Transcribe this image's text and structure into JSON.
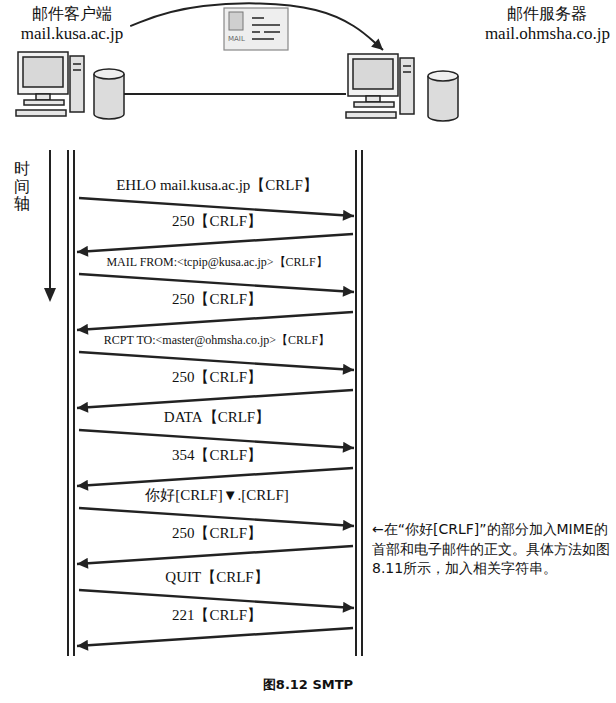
{
  "diagram": {
    "caption": "图8.12  SMTP",
    "nodes": [
      {
        "text": [
          "邮件客户端",
          "mail.kusa.ac.jp"
        ]
      },
      {
        "text": [
          "邮件服务器",
          "mail.ohmsha.co.jp"
        ]
      }
    ],
    "edges": [
      {
        "from": 0,
        "to": 1,
        "arrow": "to"
      },
      {
        "from": 0,
        "to": 1,
        "label": "EHLO mail.kusa.ac.jp【CRLF】",
        "arrow": "to"
      },
      {
        "from": 1,
        "to": 0,
        "label": "250【CRLF】",
        "arrow": "to"
      },
      {
        "from": 0,
        "to": 1,
        "label": "MAIL FROM:<tcpip@kusa.ac.jp>【CRLF】",
        "arrow": "to"
      },
      {
        "from": 1,
        "to": 0,
        "label": "250【CRLF】",
        "arrow": "to"
      },
      {
        "from": 0,
        "to": 1,
        "label": "RCPT TO:<master@ohmsha.co.jp>【CRLF】",
        "arrow": "to"
      },
      {
        "from": 1,
        "to": 0,
        "label": "250【CRLF】",
        "arrow": "to"
      },
      {
        "from": 0,
        "to": 1,
        "label": "DATA【CRLF】",
        "arrow": "to"
      },
      {
        "from": 1,
        "to": 0,
        "label": "354【CRLF】",
        "arrow": "to"
      },
      {
        "from": 0,
        "to": 1,
        "label": "你好[CRLF]▼.[CRLF]",
        "arrow": "to"
      },
      {
        "from": 1,
        "to": 0,
        "label": "250【CRLF】",
        "arrow": "to"
      },
      {
        "from": 0,
        "to": 1,
        "label": "QUIT【CRLF】",
        "arrow": "to"
      },
      {
        "from": 1,
        "to": 0,
        "label": "221【CRLF】",
        "arrow": "to"
      }
    ],
    "labels": [
      "MAIL",
      "时间轴",
      "←在“你好[CRLF]”的部分加入MIME的首部和电子邮件的正文。具体方法如图8.11所示，加入相关字符串。"
    ]
  }
}
